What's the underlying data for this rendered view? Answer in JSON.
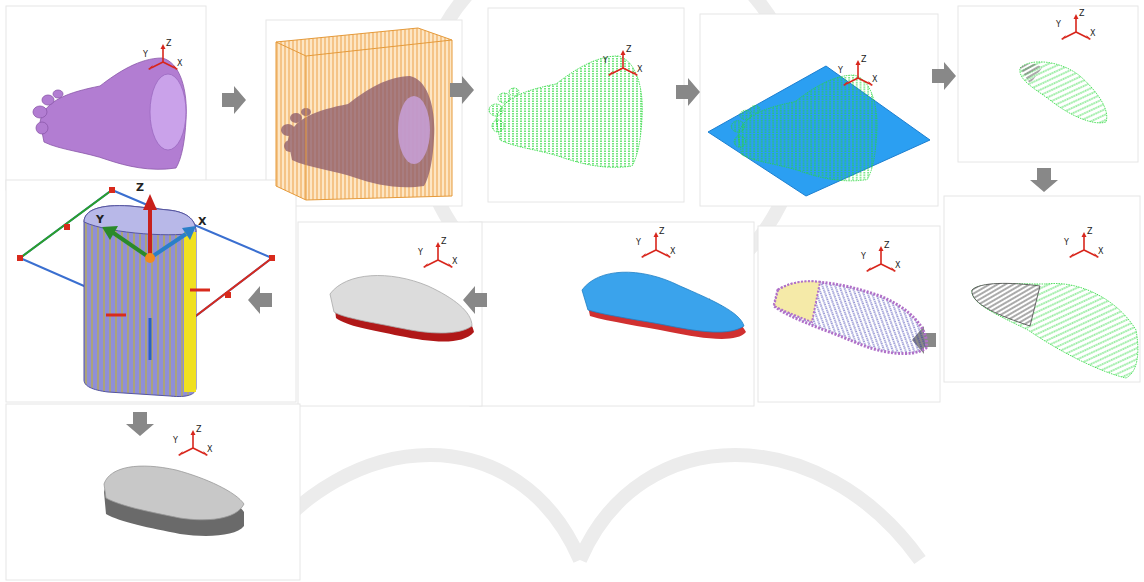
{
  "diagram": {
    "labels": [
      "Y",
      "Z",
      "X",
      "Y",
      "Z",
      "X",
      "Y",
      "Z",
      "X",
      "Y",
      "Z",
      "X",
      "Y",
      "Z",
      "X",
      "Y",
      "Z",
      "X",
      "Y",
      "Z",
      "X",
      "Y",
      "Z",
      "X",
      "Z",
      "Y",
      "X",
      "Y",
      "Z",
      "X"
    ]
  }
}
